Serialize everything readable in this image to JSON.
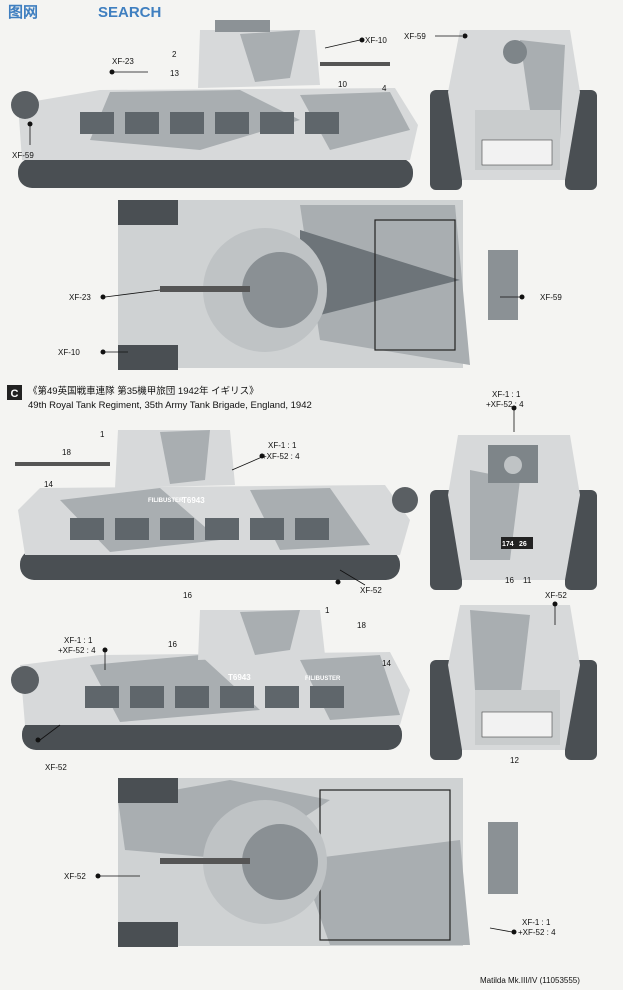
{
  "watermark": {
    "brand_chars": "图网",
    "brand_latin": "SEARCH"
  },
  "section_c": {
    "letter": "C",
    "title_jp": "《第49英国戦車連隊 第35機甲旅団 1942年 イギリス》",
    "title_en": "49th Royal Tank Regiment, 35th Army Tank Brigade, England, 1942"
  },
  "callouts": {
    "xf10": "XF-10",
    "xf23": "XF-23",
    "xf59": "XF-59",
    "xf52": "XF-52",
    "xf1": "XF-1 : 1",
    "xf52_4": "+XF-52 : 4"
  },
  "part_numbers": [
    "1",
    "2",
    "4",
    "10",
    "11",
    "12",
    "13",
    "14",
    "16",
    "18"
  ],
  "markings": {
    "name": "FILIBUSTER",
    "serial": "T6943",
    "plate_left": "174",
    "plate_right": "26"
  },
  "footer": {
    "model": "Matilda Mk.III/IV (11053555)"
  }
}
